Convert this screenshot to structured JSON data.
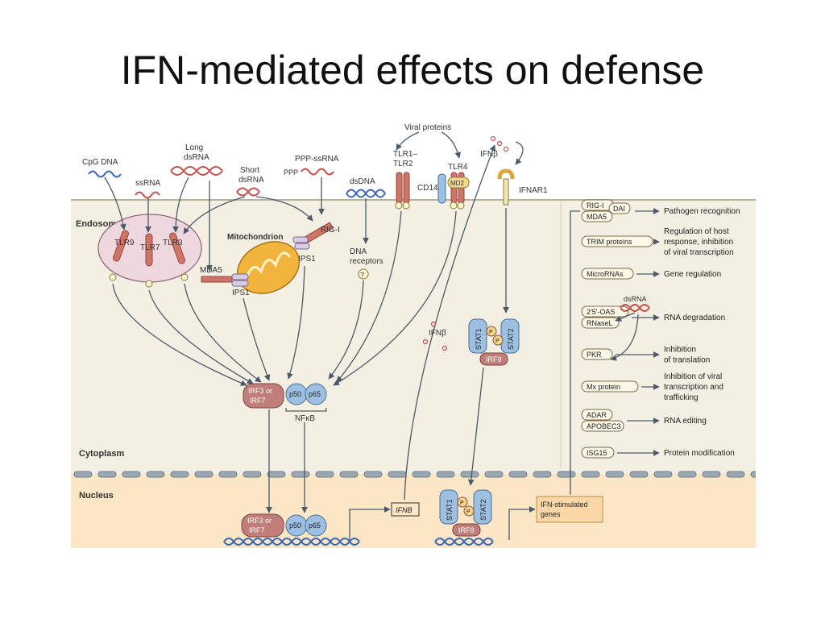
{
  "slide": {
    "title": "IFN-mediated effects on defense"
  },
  "colors": {
    "extracellular": "#ffffff",
    "cytoplasm": "#f3efe2",
    "nucleus": "#fbe6c6",
    "receptor": "#cf7466",
    "receptor_blue": "#9dc0e2",
    "vesicle": "#efd7df",
    "mito": "#f1b43c",
    "irf": "#c07d7a",
    "arrow": "#4a5a6a",
    "dna_blue": "#3d66b4",
    "dna_red": "#c0514d"
  },
  "top": {
    "viral_proteins": "Viral proteins",
    "ifnb": "IFNβ"
  },
  "ligands": {
    "cpg_dna": "CpG DNA",
    "ssrna": "ssRNA",
    "long_dsrna_1": "Long",
    "long_dsrna_2": "dsRNA",
    "short_dsrna_1": "Short",
    "short_dsrna_2": "dsRNA",
    "ppp_ssrna": "PPP-ssRNA",
    "ppp": "PPP",
    "dsdna": "dsDNA"
  },
  "receptors": {
    "tlr1_tlr2_1": "TLR1–",
    "tlr1_tlr2_2": "TLR2",
    "tlr4": "TLR4",
    "cd14": "CD14",
    "md2": "MD2",
    "ifnar1": "IFNAR1",
    "tlr9": "TLR9",
    "tlr7": "TLR7",
    "tlr3": "TLR3",
    "mda5": "MDA5",
    "rig_i": "RIG-I",
    "ips1_a": "IPS1",
    "ips1_b": "IPS1",
    "dna_receptors_1": "DNA",
    "dna_receptors_2": "receptors",
    "unknown": "?"
  },
  "compartments": {
    "endosome": "Endosome",
    "mitochondrion": "Mitochondrion",
    "cytoplasm": "Cytoplasm",
    "nucleus": "Nucleus"
  },
  "signaling": {
    "irf_1": "IRF3 or",
    "irf_2": "IRF7",
    "p50": "p50",
    "p65": "p65",
    "nfkb": "NFκB",
    "ifnb_mid": "IFNβ",
    "stat1": "STAT1",
    "stat2": "STAT2",
    "p": "P",
    "irf9": "IRF9",
    "ifnb_gene": "IFNB",
    "isg_1": "IFN-stimulated",
    "isg_2": "genes"
  },
  "effectors": [
    {
      "proteins": [
        "RIG-I",
        "MDA5"
      ],
      "extra": "DAI",
      "effect": [
        "Pathogen recognition"
      ]
    },
    {
      "proteins": [
        "TRIM proteins"
      ],
      "effect": [
        "Regulation of host",
        "response, inhibition",
        "of viral transcription"
      ]
    },
    {
      "proteins": [
        "MicroRNAs"
      ],
      "effect": [
        "Gene regulation"
      ]
    },
    {
      "proteins": [
        "2′5′-OAS",
        "RNaseL"
      ],
      "effect": [
        "RNA degradation"
      ]
    },
    {
      "proteins": [
        "PKR"
      ],
      "effect": [
        "Inhibition",
        "of translation"
      ]
    },
    {
      "proteins": [
        "Mx protein"
      ],
      "effect": [
        "Inhibition of viral",
        "transcription and",
        "trafficking"
      ]
    },
    {
      "proteins": [
        "ADAR",
        "APOBEC3"
      ],
      "effect": [
        "RNA editing"
      ]
    },
    {
      "proteins": [
        "ISG15"
      ],
      "effect": [
        "Protein modification"
      ]
    }
  ],
  "effector_dsrna": "dsRNA"
}
